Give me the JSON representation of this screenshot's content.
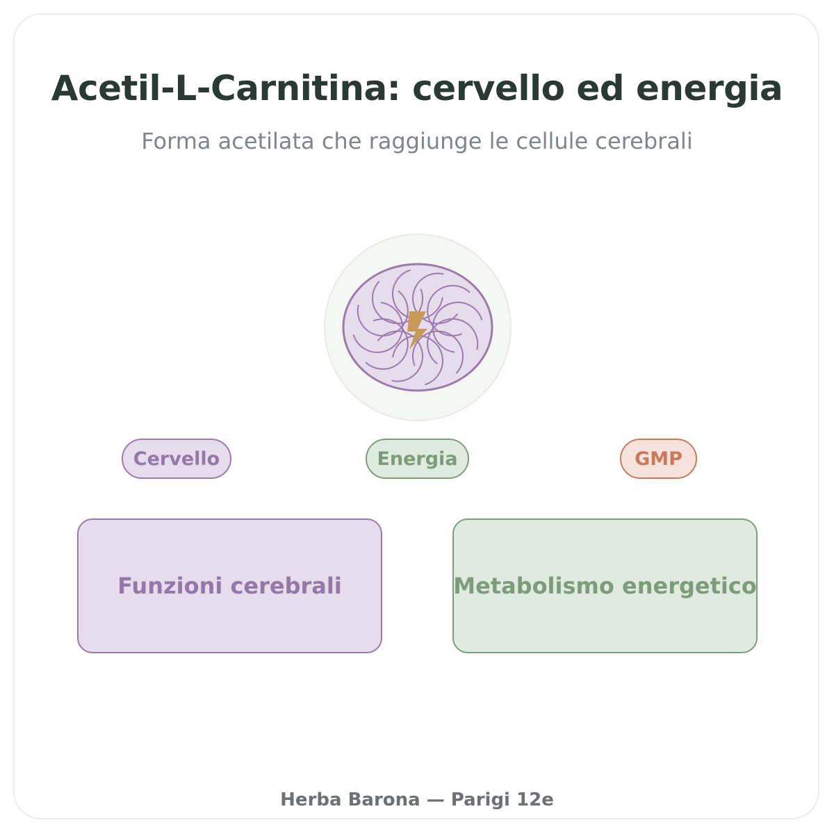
{
  "header": {
    "title": "Acetil-L-Carnitina: cervello ed energia",
    "subtitle": "Forma acetilata che raggiunge le cellule cerebrali"
  },
  "icon": {
    "name": "brain-energy-icon",
    "bolt": "lightning-bolt-icon"
  },
  "tags": [
    {
      "label": "Cervello"
    },
    {
      "label": "Energia"
    },
    {
      "label": "GMP"
    }
  ],
  "boxes": [
    {
      "label": "Funzioni cerebrali"
    },
    {
      "label": "Metabolismo energetico"
    }
  ],
  "footer": {
    "text": "Herba Barona — Parigi 12e"
  },
  "colors": {
    "brain_fill": "#e6dcec",
    "brain_stroke": "#9b7bab",
    "energy_fill": "#dfebdf",
    "energy_stroke": "#7d9e7e",
    "gmp_fill": "#f5e2db",
    "gmp_stroke": "#c9795e",
    "bolt": "#c89a5a",
    "title": "#2b3935"
  }
}
